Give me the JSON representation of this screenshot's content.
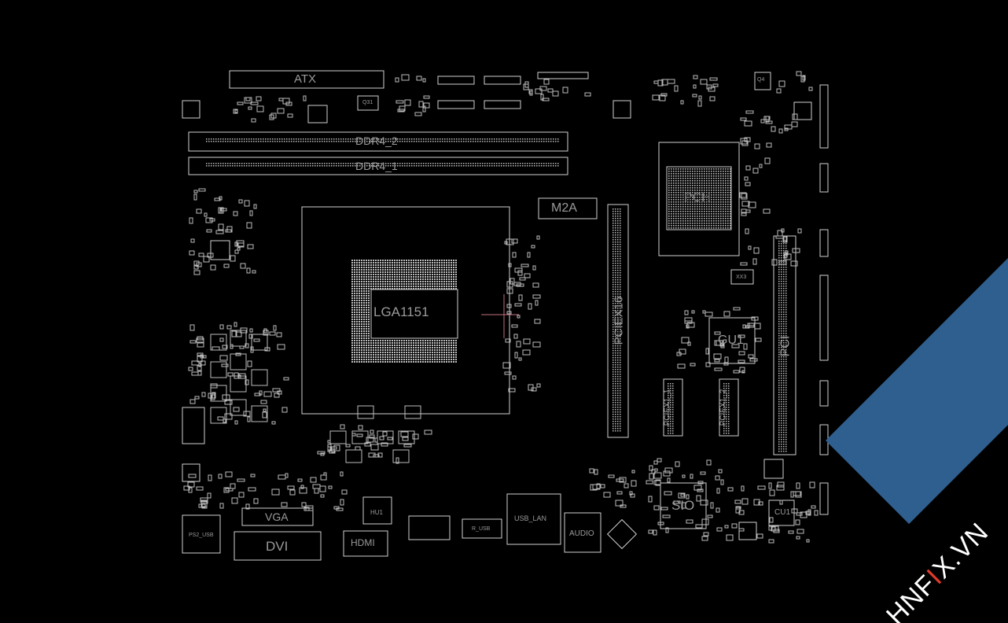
{
  "board": {
    "labels": {
      "atx": "ATX",
      "ddr4_2": "DDR4_2",
      "ddr4_1": "DDR4_1",
      "m2a": "M2A",
      "cpu_socket": "LGA1151",
      "pciex16": "PCIEX16",
      "pciex1_1": "PCIEX1_1",
      "pciex1_2": "PCIEX1_2",
      "pci": "PCI",
      "pch": "PCH",
      "gu1": "GU1",
      "sio": "SIO",
      "vga": "VGA",
      "dvi": "DVI",
      "hdmi": "HDMI",
      "usb_lan": "USB_LAN",
      "audio": "AUDIO",
      "ps2": "PS2_USB",
      "cu1": "CU1",
      "q31": "Q31",
      "xx3": "XX3",
      "r_usb": "R_USB",
      "hu1": "HU1",
      "q4": "Q4"
    }
  },
  "watermark": {
    "brand_a": "HNF",
    "brand_b": "I",
    "brand_c": "X.VN"
  },
  "colors": {
    "background": "#000000",
    "line": "#cfcfcf",
    "label": "#9a9a9a",
    "banner": "#2f5f8f",
    "accent": "#e23a2a"
  }
}
